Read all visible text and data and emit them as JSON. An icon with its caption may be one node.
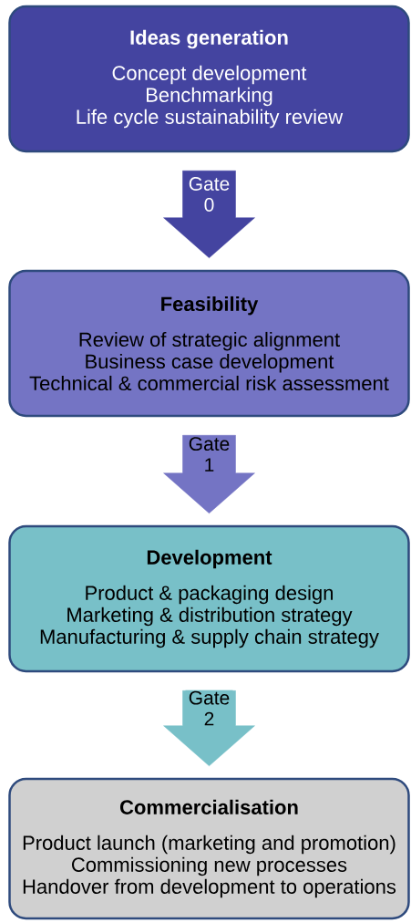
{
  "diagram": {
    "nodes": [
      {
        "text": [
          "Ideas generation",
          "Concept development",
          "Benchmarking",
          "Life cycle sustainability review"
        ]
      },
      {
        "text": [
          "Feasibility",
          "Review of strategic alignment",
          "Business case development",
          "Technical & commercial risk assessment"
        ]
      },
      {
        "text": [
          "Development",
          "Product & packaging design",
          "Marketing & distribution strategy",
          "Manufacturing & supply chain strategy"
        ]
      },
      {
        "text": [
          "Commercialisation",
          "Product launch (marketing and promotion)",
          "Commissioning new processes",
          "Handover from development to operations"
        ]
      }
    ],
    "edges": [
      {
        "from": 0,
        "to": 1,
        "arrow": "to",
        "label": "Gate 0",
        "color": "#4444a0"
      },
      {
        "from": 1,
        "to": 2,
        "arrow": "to",
        "label": "Gate 1",
        "color": "#7474c4"
      },
      {
        "from": 2,
        "to": 3,
        "arrow": "to",
        "label": "Gate 2",
        "color": "#78c0c8"
      }
    ]
  }
}
